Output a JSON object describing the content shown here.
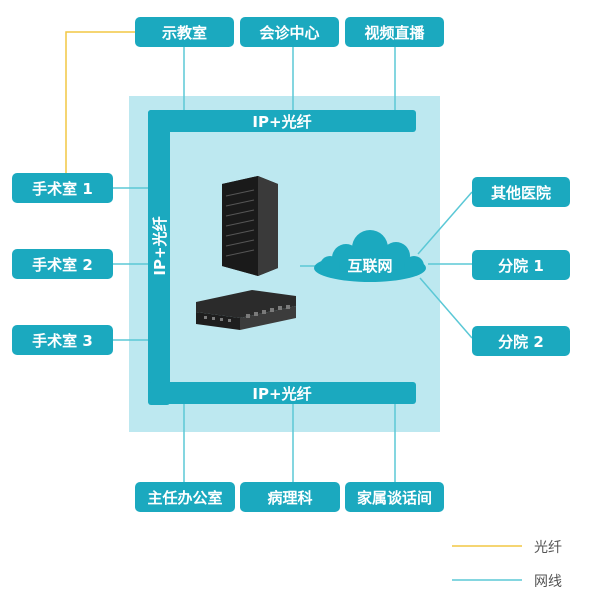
{
  "colors": {
    "node": "#1ba9bf",
    "bus": "#1ba9bf",
    "panel": "#bde8f0",
    "fiber": "#f2c744",
    "network": "#5bc8d6"
  },
  "top_nodes": [
    "示教室",
    "会诊中心",
    "视频直播"
  ],
  "left_nodes": [
    "手术室 1",
    "手术室 2",
    "手术室 3"
  ],
  "bottom_nodes": [
    "主任办公室",
    "病理科",
    "家属谈话间"
  ],
  "right_nodes": [
    "其他医院",
    "分院 1",
    "分院 2"
  ],
  "bus_labels": {
    "top": "IP+光纤",
    "left": "IP+光纤",
    "bottom": "IP+光纤"
  },
  "cloud_label": "互联网",
  "equipment": [
    "server-rack-icon",
    "network-switch-icon"
  ],
  "legend": {
    "fiber": "光纤",
    "network": "网线"
  }
}
